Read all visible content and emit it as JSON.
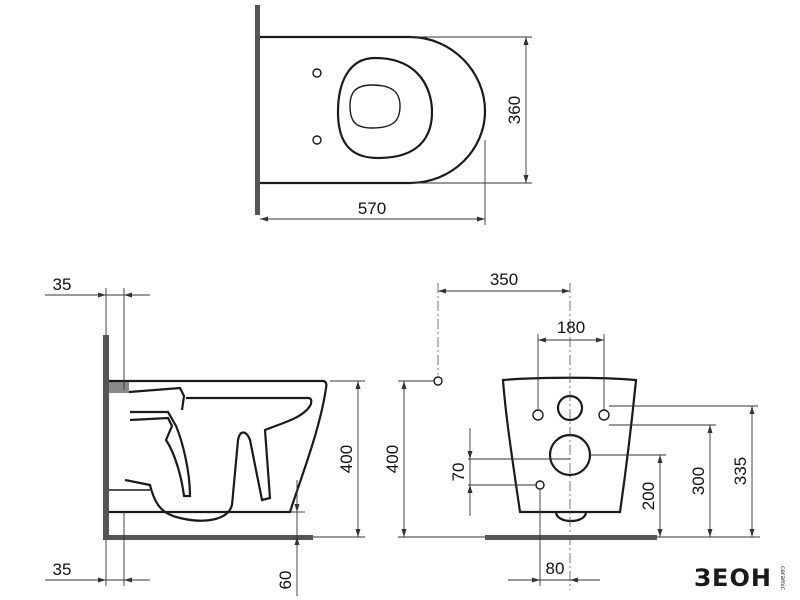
{
  "top_view": {
    "length": "570",
    "width": "360"
  },
  "side_view": {
    "wall_offset_top": "35",
    "wall_offset_bottom": "35",
    "height": "400",
    "floor_gap": "60"
  },
  "rear_view": {
    "pipe_height": "400",
    "center_offset": "350",
    "bolt_spacing": "180",
    "bolt_height": "335",
    "inlet_height": "300",
    "outlet_height": "200",
    "lower_gap": "70",
    "outlet_width": "80"
  },
  "logo": {
    "text": "ЗЕОН",
    "small_text": "ceramic"
  }
}
